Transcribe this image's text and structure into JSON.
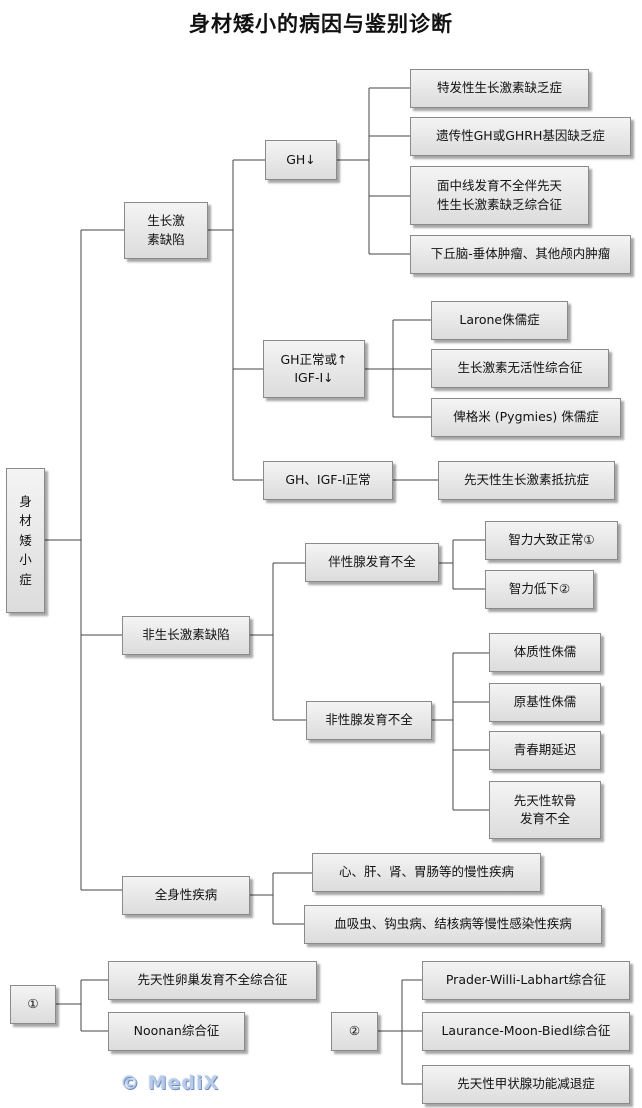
{
  "title": "身材矮小的病因与鉴别诊断",
  "watermark": "© MediX",
  "nodes": {
    "root": "身\n材\n矮\n小\n症",
    "gh_def": "生长激\n素缺陷",
    "gh_low": "GH↓",
    "idio": "特发性生长激素缺乏症",
    "hered": "遗传性GH或GHRH基因缺乏症",
    "midline": "面中线发育不全伴先天\n性生长激素缺乏综合征",
    "tumor": "下丘脑-垂体肿瘤、其他颅内肿瘤",
    "gh_norm": "GH正常或↑\nIGF-I↓",
    "laron": "Larone侏儒症",
    "inact": "生长激素无活性综合征",
    "pygmy": "俾格米 (Pygmies) 侏儒症",
    "gh_igf": "GH、IGF-I正常",
    "resist": "先天性生长激素抵抗症",
    "non_gh": "非生长激素缺陷",
    "gonad_def": "伴性腺发育不全",
    "iq_norm": "智力大致正常①",
    "iq_low": "智力低下②",
    "non_gonad": "非性腺发育不全",
    "constit": "体质性侏儒",
    "primord": "原基性侏儒",
    "puberty": "青春期延迟",
    "skeletal": "先天性软骨\n发育不全",
    "systemic": "全身性疾病",
    "chronic": "心、肝、肾、胃肠等的慢性疾病",
    "infect": "血吸虫、钩虫病、结核病等慢性感染性疾病",
    "note1": "①",
    "turner": "先天性卵巢发育不全综合征",
    "noonan": "Noonan综合征",
    "note2": "②",
    "prader": "Prader-Willi-Labhart综合征",
    "laurence": "Laurance-Moon-Biedl综合征",
    "hypothy": "先天性甲状腺功能减退症"
  }
}
